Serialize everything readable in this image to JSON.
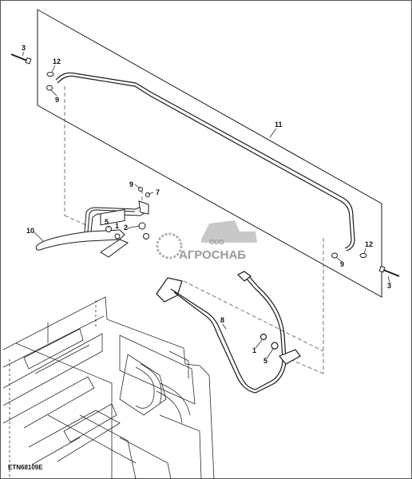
{
  "diagram": {
    "reference_code": "ETN68109E",
    "callouts": [
      {
        "id": "c3a",
        "text": "3"
      },
      {
        "id": "c12a",
        "text": "12"
      },
      {
        "id": "c9a",
        "text": "9"
      },
      {
        "id": "c11",
        "text": "11"
      },
      {
        "id": "c9b",
        "text": "9"
      },
      {
        "id": "c7",
        "text": "7"
      },
      {
        "id": "c10",
        "text": "10"
      },
      {
        "id": "c5a",
        "text": "5"
      },
      {
        "id": "c1a",
        "text": "1"
      },
      {
        "id": "c2",
        "text": "2"
      },
      {
        "id": "c12b",
        "text": "12"
      },
      {
        "id": "c9c",
        "text": "9"
      },
      {
        "id": "c3b",
        "text": "3"
      },
      {
        "id": "c8",
        "text": "8"
      },
      {
        "id": "c1b",
        "text": "1"
      },
      {
        "id": "c5b",
        "text": "5"
      }
    ]
  },
  "watermark": {
    "company_small": "ООО",
    "company_name": "АГРОСНАБ"
  },
  "colors": {
    "line": "#1a1a1a",
    "watermark": "#9a9a9a"
  }
}
